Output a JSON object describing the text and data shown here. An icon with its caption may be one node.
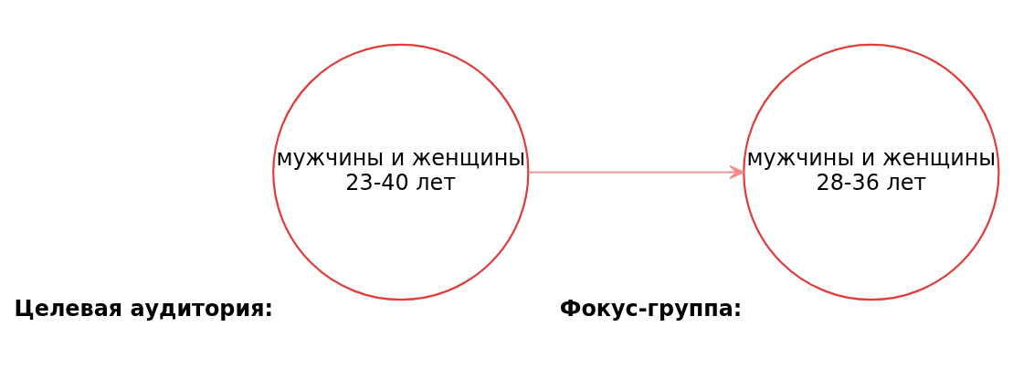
{
  "diagram": {
    "nodes": [
      {
        "text": [
          "Целевая аудитория:",
          "мужчины и женщины",
          "23-40 лет"
        ]
      },
      {
        "text": [
          "Фокус-группа:",
          "мужчины и женщины",
          "28-36 лет"
        ]
      }
    ],
    "edges": [
      {
        "from": 0,
        "to": 1,
        "arrow": "to"
      }
    ]
  }
}
